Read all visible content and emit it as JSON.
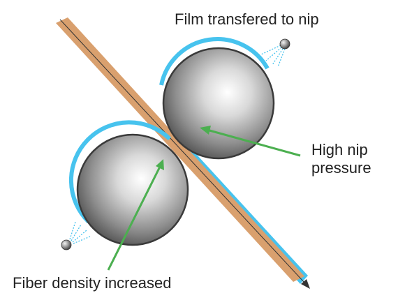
{
  "labels": {
    "film": "Film transfered to nip",
    "pressure_line1": "High nip",
    "pressure_line2": "pressure",
    "fiber": "Fiber density increased"
  },
  "colors": {
    "web": "#D9A06E",
    "film": "#47C3EE",
    "roll_edge": "#3a3a3a",
    "arrow": "#4CAF50",
    "nozzle_spray": "#47C3EE",
    "centerline": "#333333"
  },
  "icons": {
    "top_nozzle": "spray-nozzle-icon",
    "bottom_nozzle": "spray-nozzle-icon",
    "direction": "arrowhead-icon"
  }
}
